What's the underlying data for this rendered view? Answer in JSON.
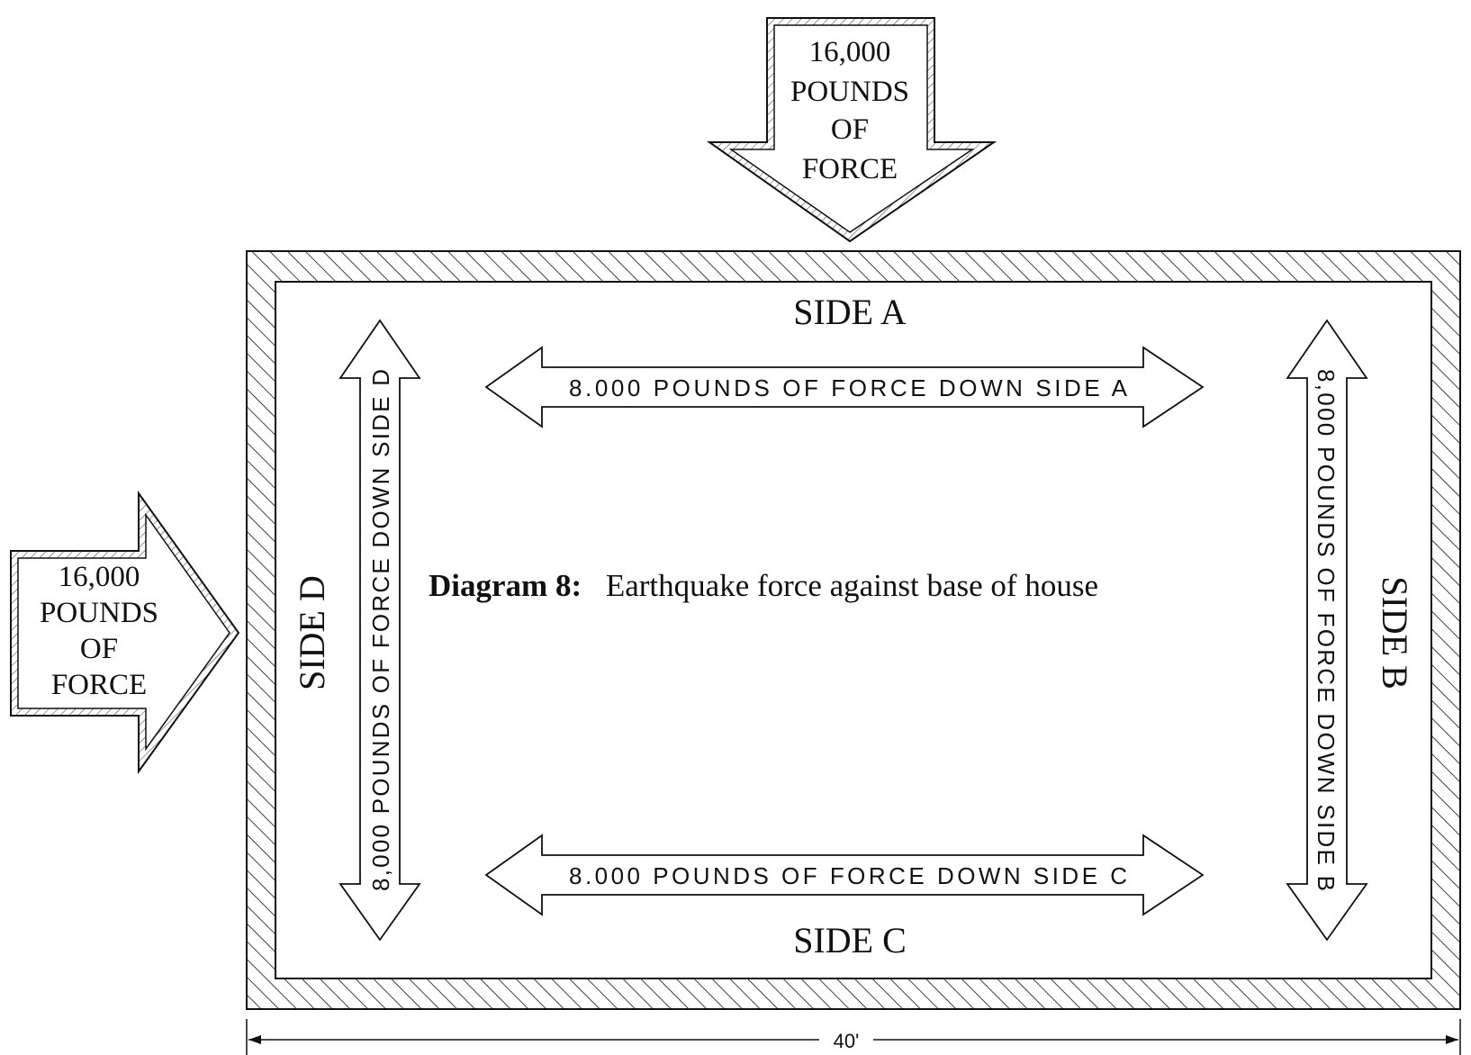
{
  "caption": {
    "label": "Diagram 8:",
    "text": "Earthquake force against base of house"
  },
  "force_top": {
    "line1": "16,000",
    "line2": "POUNDS",
    "line3": "OF",
    "line4": "FORCE"
  },
  "force_left": {
    "line1": "16,000",
    "line2": "POUNDS",
    "line3": "OF",
    "line4": "FORCE"
  },
  "sides": {
    "a": "SIDE A",
    "b": "SIDE B",
    "c": "SIDE C",
    "d": "SIDE D"
  },
  "arrows": {
    "a": "8.000  POUNDS OF FORCE DOWN SIDE A",
    "c": "8.000  POUNDS OF FORCE DOWN SIDE C",
    "b": "8,000 POUNDS OF FORCE DOWN SIDE B",
    "d": "8,000 POUNDS OF FORCE DOWN SIDE D"
  },
  "dimension": {
    "width_label": "40'"
  },
  "colors": {
    "ink": "#111111",
    "background": "#ffffff"
  }
}
